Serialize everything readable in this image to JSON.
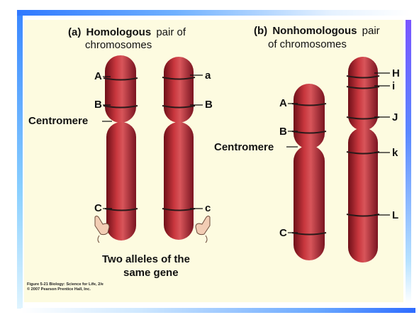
{
  "panel_a": {
    "marker": "(a)",
    "title_bold": "Homologous",
    "title_rest": "pair of",
    "title_line2": "chromosomes",
    "left_labels": {
      "A": "A",
      "B": "B",
      "centromere": "Centromere",
      "C": "C"
    },
    "right_labels": {
      "a": "a",
      "B": "B",
      "c": "c"
    },
    "alleles_line1": "Two alleles of the",
    "alleles_line2": "same gene"
  },
  "panel_b": {
    "marker": "(b)",
    "title_bold": "Nonhomologous",
    "title_rest": "pair",
    "title_line2": "of chromosomes",
    "left_labels": {
      "A": "A",
      "B": "B",
      "centromere": "Centromere",
      "C": "C"
    },
    "right_labels": {
      "H": "H",
      "i": "i",
      "J": "J",
      "k": "k",
      "L": "L"
    }
  },
  "caption": {
    "line1": "Figure 5-21  Biology: Science for Life, 2/e",
    "line2": "© 2007 Pearson Prentice Hall, Inc."
  },
  "colors": {
    "chromosome": "#b3262e",
    "chromosome_dark": "#7a1018",
    "band": "#2a1a1a"
  }
}
